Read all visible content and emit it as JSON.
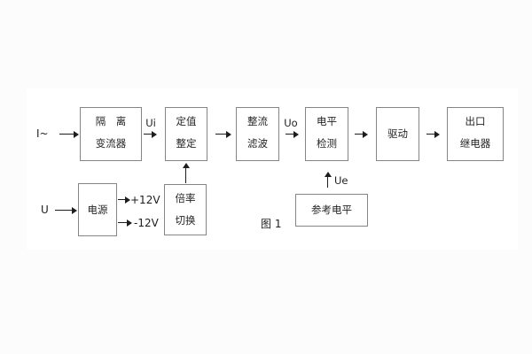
{
  "figure": {
    "caption": "图 1"
  },
  "blocks": {
    "isolation": {
      "line1": "隔　离",
      "line2": "变流器"
    },
    "setting": {
      "line1": "定值",
      "line2": "整定"
    },
    "rectifier": {
      "line1": "整流",
      "line2": "滤波"
    },
    "level_detector": {
      "line1": "电平",
      "line2": "检测"
    },
    "driver": {
      "label": "驱动"
    },
    "output_relay": {
      "line1": "出口",
      "line2": "继电器"
    },
    "power_supply": {
      "label": "电源"
    },
    "ratio_switch": {
      "line1": "倍率",
      "line2": "切换"
    },
    "reference_level": {
      "label": "参考电平"
    }
  },
  "signals": {
    "input_current": "I~",
    "input_voltage": "U",
    "ui": "Ui",
    "uo": "Uo",
    "ue": "Ue",
    "plus_12v": "+12V",
    "minus_12v": "-12V"
  },
  "colors": {
    "box_border": "#858585",
    "text": "#242424",
    "arrow": "#1d1d1d",
    "canvas": "#ffffff",
    "page": "#fcfcfc"
  }
}
